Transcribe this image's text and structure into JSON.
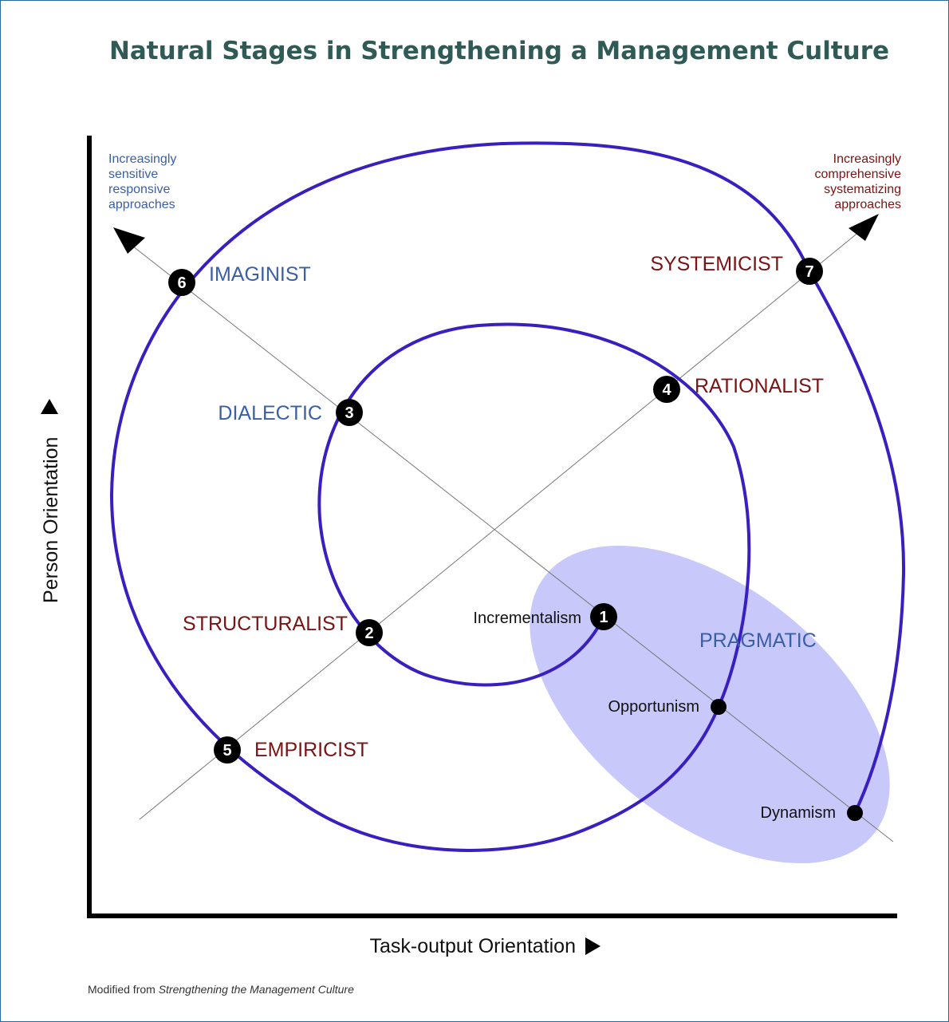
{
  "title": "Natural Stages in Strengthening a Management Culture",
  "axes": {
    "x_label": "Task-output Orientation",
    "y_label": "Person Orientation"
  },
  "corner_notes": {
    "left": [
      "Increasingly",
      "sensitive",
      "responsive",
      "approaches"
    ],
    "right": [
      "Increasingly",
      "comprehensive",
      "systematizing",
      "approaches"
    ]
  },
  "stages": [
    {
      "num": "1",
      "name": "Incrementalism"
    },
    {
      "num": "2",
      "name": "STRUCTURALIST"
    },
    {
      "num": "3",
      "name": "DIALECTIC"
    },
    {
      "num": "4",
      "name": "RATIONALIST"
    },
    {
      "num": "5",
      "name": "EMPIRICIST"
    },
    {
      "num": "6",
      "name": "IMAGINIST"
    },
    {
      "num": "7",
      "name": "SYSTEMICIST"
    }
  ],
  "pragmatic": {
    "label": "PRAGMATIC",
    "points": [
      "Opportunism",
      "Dynamism"
    ]
  },
  "credit": {
    "prefix": "Modified from ",
    "source": "Strengthening the Management Culture"
  },
  "colors": {
    "spiral": "#3a1fc0",
    "highlight": "#c8c8fb",
    "blue_label": "#3b5fa6",
    "red_label": "#7a1414",
    "title": "#2f5a55"
  }
}
